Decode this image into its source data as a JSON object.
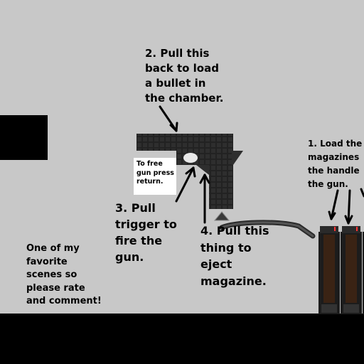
{
  "labels": {
    "step1": "1. Load the\nmagazines\nthe handle\nthe gun.",
    "step2": "2. Pull this\nback to load\na bullet in\nthe chamber.",
    "step3": "3. Pull\ntrigger to\nfire the\ngun.",
    "step4": "4. Pull this\nthing to\neject\nmagazine.",
    "note": "One of my\nfavorite\nscenes so\nplease rate\nand comment!"
  },
  "popup": {
    "text": "To free\ngun press\nreturn."
  },
  "colors": {
    "background": "#c8c8c8",
    "ground": "#000000",
    "gun_body": "#282828",
    "magazine_frame": "#1a1a1a",
    "magazine_inner": "#3b2214",
    "hose": "#3a3a3a"
  }
}
